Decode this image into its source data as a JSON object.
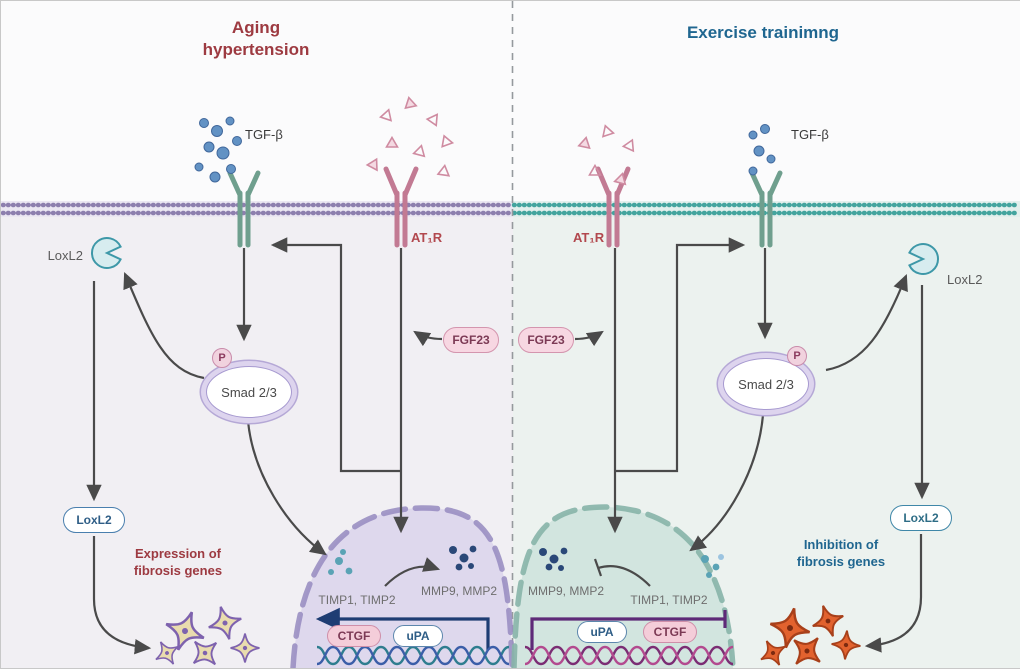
{
  "left": {
    "title": "Aging hypertension",
    "ligand_label": "TGF-β",
    "receptor2_label": "AT₁R",
    "enzyme_label": "LoxL2",
    "phospho": "P",
    "smad": "Smad 2/3",
    "fgf23": "FGF23",
    "loxl2_box": "LoxL2",
    "outcome": "Expression of fibrosis genes",
    "nucleus": {
      "timp": "TIMP1, TIMP2",
      "mmp": "MMP9, MMP2",
      "ctgf": "CTGF",
      "upa": "uPA"
    }
  },
  "right": {
    "title": "Exercise trainimng",
    "ligand_label": "TGF-β",
    "receptor2_label": "AT₁R",
    "enzyme_label": "LoxL2",
    "phospho": "P",
    "smad": "Smad 2/3",
    "fgf23": "FGF23",
    "loxl2_box": "LoxL2",
    "outcome": "Inhibition of fibrosis genes",
    "nucleus": {
      "mmp": "MMP9, MMP2",
      "timp": "TIMP1, TIMP2",
      "upa": "uPA",
      "ctgf": "CTGF"
    }
  },
  "colors": {
    "left_title": "#9d3a41",
    "right_title": "#1f6690",
    "at1r_label": "#b2484e",
    "arrow": "#4a4a4a",
    "expression_arrow_navy": "#1e3d73",
    "inhibition_bar_purple": "#5e2a78",
    "membrane_left": "#8d7fae",
    "membrane_right": "#43a49e",
    "left_panel_bg": "#f1eff3",
    "right_panel_bg": "#ecf2ef",
    "nucleus_left_fill": "#dcd5ec",
    "nucleus_right_fill": "#cfe3dd",
    "fibroblast_left": "#7e62ae",
    "fibroblast_right": "#e2622e",
    "tgfb_receptor": "#6f9f8e",
    "at1r_receptor": "#c27a93",
    "fgf23_fill": "#f7d7e2",
    "loxl2_enzyme": "#3e98a8"
  },
  "icons": {
    "loxl2-enzyme-icon": "pacman-circle",
    "phosphorylation-icon": "circle-with-P",
    "tgfb-receptor-icon": "Y-shaped-transmembrane-receptor",
    "at1r-receptor-icon": "Y-shaped-transmembrane-receptor",
    "tgfb-ligand-icon": "blue-dot-cluster",
    "angiotensin-icon": "pink-triangle-outline",
    "dna-icon": "double-helix-wave",
    "fibroblast-icon": "four-point-star-cell",
    "nucleus-icon": "dashed-envelope-blob",
    "membrane-icon": "dotted-lipid-bilayer-band"
  }
}
